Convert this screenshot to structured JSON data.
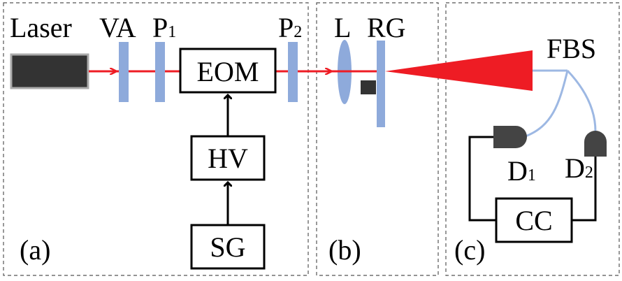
{
  "panels": [
    {
      "id": "a",
      "label": "(a)"
    },
    {
      "id": "b",
      "label": "(b)"
    },
    {
      "id": "c",
      "label": "(c)"
    }
  ],
  "labels": {
    "laser": "Laser",
    "va": "VA",
    "p1": {
      "base": "P",
      "sub": "1"
    },
    "p2": {
      "base": "P",
      "sub": "2"
    },
    "eom": "EOM",
    "hv": "HV",
    "sg": "SG",
    "lens": "L",
    "rg": "RG",
    "fbs": "FBS",
    "d1": {
      "base": "D",
      "sub": "1"
    },
    "d2": {
      "base": "D",
      "sub": "2"
    },
    "cc": "CC"
  },
  "colors": {
    "beam": "#ee1c24",
    "optic": "#8eaadb",
    "fiber": "#9db8e3",
    "laser_body": "#333333",
    "laser_border": "#aaaaaa",
    "detector": "#444444",
    "dashed_border": "#555555"
  }
}
